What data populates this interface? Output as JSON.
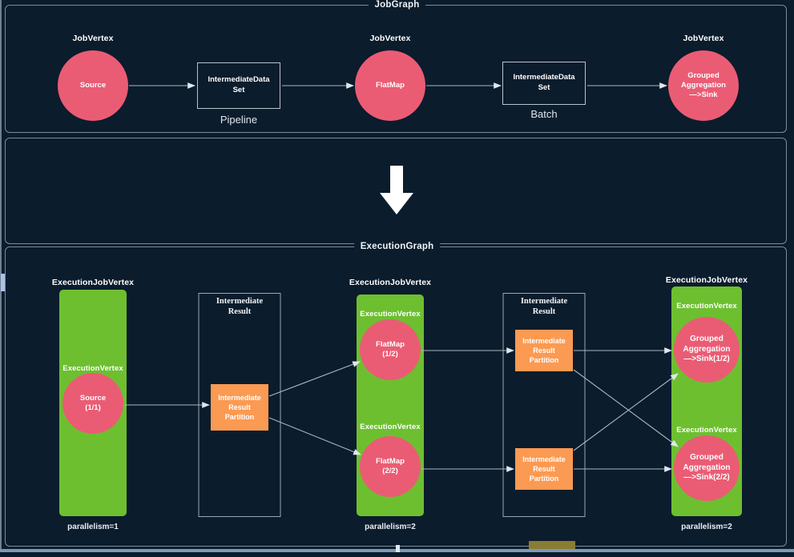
{
  "panels": {
    "jobgraph_title": "JobGraph",
    "execgraph_title": "ExecutionGraph"
  },
  "jobgraph": {
    "vertex_caption": "JobVertex",
    "nodes": [
      {
        "label": "Source",
        "caption": "JobVertex"
      },
      {
        "label": "FlatMap",
        "caption": "JobVertex"
      },
      {
        "label": "Grouped\nAggregation\n—>Sink",
        "caption": "JobVertex"
      }
    ],
    "datasets": [
      {
        "label": "IntermediateData\nSet",
        "caption": "Pipeline"
      },
      {
        "label": "IntermediateData\nSet",
        "caption": "Batch"
      }
    ]
  },
  "transition": {
    "arrow_icon": "down-arrow-icon"
  },
  "execgraph": {
    "job_vertex_caption": "ExecutionJobVertex",
    "vertex_caption": "ExecutionVertex",
    "intermediate_result_label": "Intermediate\nResult",
    "partition_label": "Intermediate\nResult\nPartition",
    "columns": [
      {
        "caption": "ExecutionJobVertex",
        "parallelism": "parallelism=1",
        "vertices": [
          {
            "caption": "ExecutionVertex",
            "label": "Source\n(1/1)"
          }
        ]
      },
      {
        "caption": "ExecutionJobVertex",
        "parallelism": "parallelism=2",
        "vertices": [
          {
            "caption": "ExecutionVertex",
            "label": "FlatMap\n(1/2)"
          },
          {
            "caption": "ExecutionVertex",
            "label": "FlatMap\n(2/2)"
          }
        ]
      },
      {
        "caption": "ExecutionJobVertex",
        "parallelism": "parallelism=2",
        "vertices": [
          {
            "caption": "ExecutionVertex",
            "label": "Grouped\nAggregation\n—>Sink(1/2)"
          },
          {
            "caption": "ExecutionVertex",
            "label": "Grouped\nAggregation\n—>Sink(2/2)"
          }
        ]
      }
    ],
    "results": [
      {
        "label": "Intermediate\nResult",
        "partitions": [
          "Intermediate\nResult\nPartition"
        ]
      },
      {
        "label": "Intermediate\nResult",
        "partitions": [
          "Intermediate\nResult\nPartition",
          "Intermediate\nResult\nPartition"
        ]
      }
    ]
  },
  "colors": {
    "background": "#0b1c2c",
    "vertex_pink": "#ea5c74",
    "exec_green": "#6dbf30",
    "partition_orange": "#fb9a52",
    "edge": "#c4ced8",
    "panel_border": "#7f8c99",
    "scroll_thumb": "#8a7d33"
  }
}
